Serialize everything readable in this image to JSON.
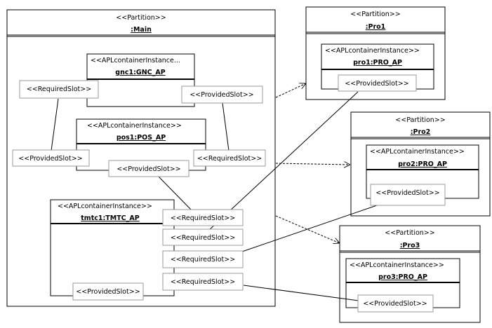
{
  "partitions": {
    "main": {
      "stereotype": "<<Partition>>",
      "name": ":Main"
    },
    "pro1": {
      "stereotype": "<<Partition>>",
      "name": ":Pro1"
    },
    "pro2": {
      "stereotype": "<<Partition>>",
      "name": ":Pro2"
    },
    "pro3": {
      "stereotype": "<<Partition>>",
      "name": ":Pro3"
    }
  },
  "instances": {
    "gnc1": {
      "stereotype": "<<APLcontainerInstance...",
      "name": "gnc1:GNC_AP"
    },
    "pos1": {
      "stereotype": "<<APLcontainerInstance>>",
      "name": "pos1:POS_AP"
    },
    "tmtc1": {
      "stereotype": "<<APLcontainerInstance>>",
      "name": "tmtc1:TMTC_AP"
    },
    "pro1": {
      "stereotype": "<<APLcontainerInstance>>",
      "name": "pro1:PRO_AP"
    },
    "pro2": {
      "stereotype": "<<APLcontainerInstance>>",
      "name": "pro2:PRO_AP"
    },
    "pro3": {
      "stereotype": "<<APLcontainerInstance>>",
      "name": "pro3:PRO_AP"
    }
  },
  "slots": {
    "required": "<<RequiredSlot>>",
    "provided": "<<ProvidedSlot>>"
  }
}
